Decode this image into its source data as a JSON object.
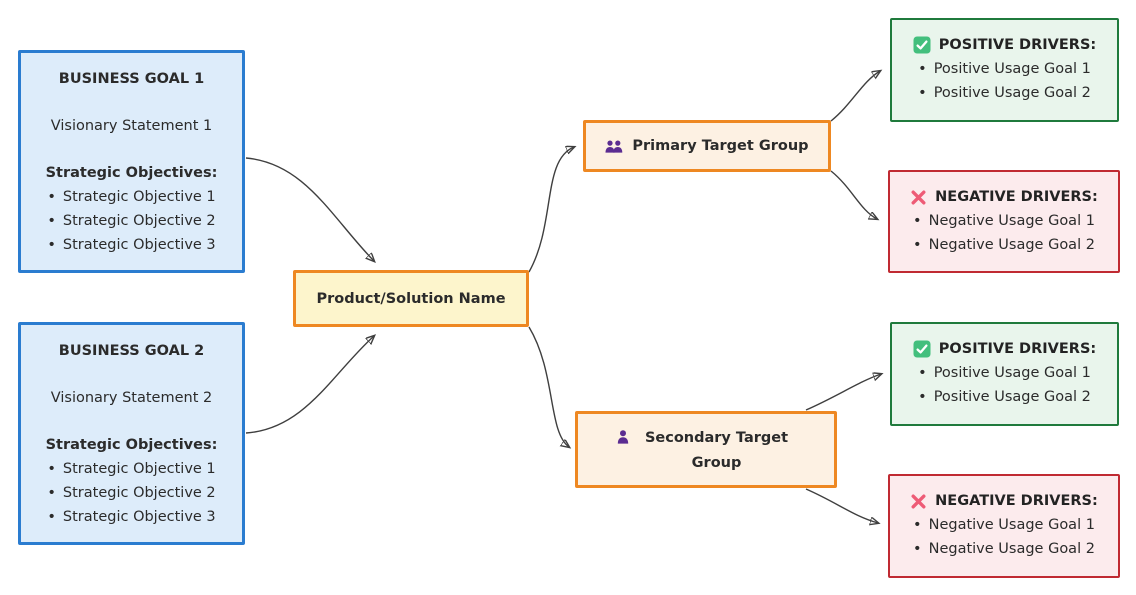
{
  "goals": [
    {
      "title": "BUSINESS GOAL 1",
      "vision": "Visionary Statement 1",
      "objectives_label": "Strategic Objectives:",
      "objectives": [
        "Strategic Objective 1",
        "Strategic Objective 2",
        "Strategic Objective 3"
      ]
    },
    {
      "title": "BUSINESS GOAL 2",
      "vision": "Visionary Statement 2",
      "objectives_label": "Strategic Objectives:",
      "objectives": [
        "Strategic Objective 1",
        "Strategic Objective 2",
        "Strategic Objective 3"
      ]
    }
  ],
  "product": {
    "label": "Product/Solution Name"
  },
  "target_groups": [
    {
      "label": "Primary Target Group",
      "icon": "people-icon"
    },
    {
      "label": "Secondary Target Group",
      "icon": "person-icon"
    }
  ],
  "drivers": [
    {
      "group": "primary",
      "type": "positive",
      "icon": "check-icon",
      "title": "POSITIVE DRIVERS:",
      "items": [
        "Positive Usage Goal 1",
        "Positive Usage Goal 2"
      ]
    },
    {
      "group": "primary",
      "type": "negative",
      "icon": "x-icon",
      "title": "NEGATIVE DRIVERS:",
      "items": [
        "Negative Usage Goal 1",
        "Negative Usage Goal 2"
      ]
    },
    {
      "group": "secondary",
      "type": "positive",
      "icon": "check-icon",
      "title": "POSITIVE DRIVERS:",
      "items": [
        "Positive Usage Goal 1",
        "Positive Usage Goal 2"
      ]
    },
    {
      "group": "secondary",
      "type": "negative",
      "icon": "x-icon",
      "title": "NEGATIVE DRIVERS:",
      "items": [
        "Negative Usage Goal 1",
        "Negative Usage Goal 2"
      ]
    }
  ],
  "colors": {
    "goal_border": "#2a7cd0",
    "goal_fill": "#ddecfa",
    "product_border": "#ee8822",
    "product_fill": "#fdf5cc",
    "target_fill": "#fdf1e3",
    "positive_border": "#1f7a3c",
    "positive_fill": "#e9f5ec",
    "negative_border": "#c02a32",
    "negative_fill": "#fcebed",
    "check_icon": "#43bf7d",
    "x_icon": "#ee5b76",
    "person_icon": "#5b2c91",
    "arrow": "#3f3f3f",
    "text": "#2b2b2b"
  }
}
